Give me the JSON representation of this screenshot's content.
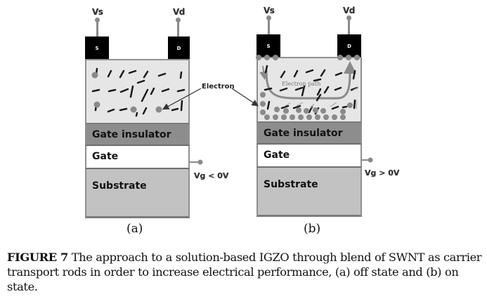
{
  "panels": [
    {
      "id": "a",
      "source_terminal": "Vs",
      "drain_terminal": "Vd",
      "source_contact": "S",
      "drain_contact": "D",
      "layers": [
        "Gate  insulator",
        "Gate",
        "Substrate"
      ],
      "gate_voltage": "Vg < 0V",
      "state": "off",
      "sublabel": "(a)"
    },
    {
      "id": "b",
      "source_terminal": "Vs",
      "drain_terminal": "Vd",
      "source_contact": "S",
      "drain_contact": "D",
      "layers": [
        "Gate  insulator",
        "Gate",
        "Substrate"
      ],
      "gate_voltage": "Vg > 0V",
      "state": "on",
      "path_label": "Electron path",
      "sublabel": "(b)"
    }
  ],
  "annotation": {
    "label": "Electron"
  },
  "colors": {
    "channel": "#e6e6e6",
    "gate_insulator": "#8d8d8d",
    "gate": "#ffffff",
    "substrate": "#c2c2c2",
    "electron": "#8a8a8a",
    "contact": "#000000"
  },
  "caption": {
    "figure_label": "FIGURE 7",
    "text": "The approach to a solution-based IGZO through blend of SWNT as carrier transport rods in order to increase electrical performance, (a) off state and (b) on state."
  }
}
